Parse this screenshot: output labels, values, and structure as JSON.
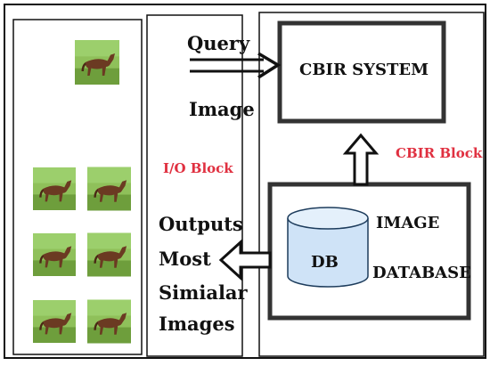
{
  "io_block": {
    "label": "I/O Block",
    "query_label_line1": "Query",
    "query_label_line2": "Image",
    "outputs_line1": "Outputs",
    "outputs_line2": "Most",
    "outputs_line3": "Simialar",
    "outputs_line4": "Images"
  },
  "cbir_block": {
    "label": "CBIR Block",
    "system_label": "CBIR SYSTEM",
    "db_label": "DB",
    "db_caption_line1": "IMAGE",
    "db_caption_line2": "DATABASE"
  },
  "colors": {
    "block_label": "#e03040",
    "grass": "#7db34a",
    "horse": "#6b3a22",
    "db_fill": "#cfe3f7",
    "db_stroke": "#1d3c5c"
  },
  "images": {
    "query_thumbnail": "horse-photo",
    "result_thumbnails": [
      "horse-photo",
      "horse-photo",
      "horse-photo",
      "horse-photo",
      "horse-photo",
      "horse-photo"
    ]
  }
}
